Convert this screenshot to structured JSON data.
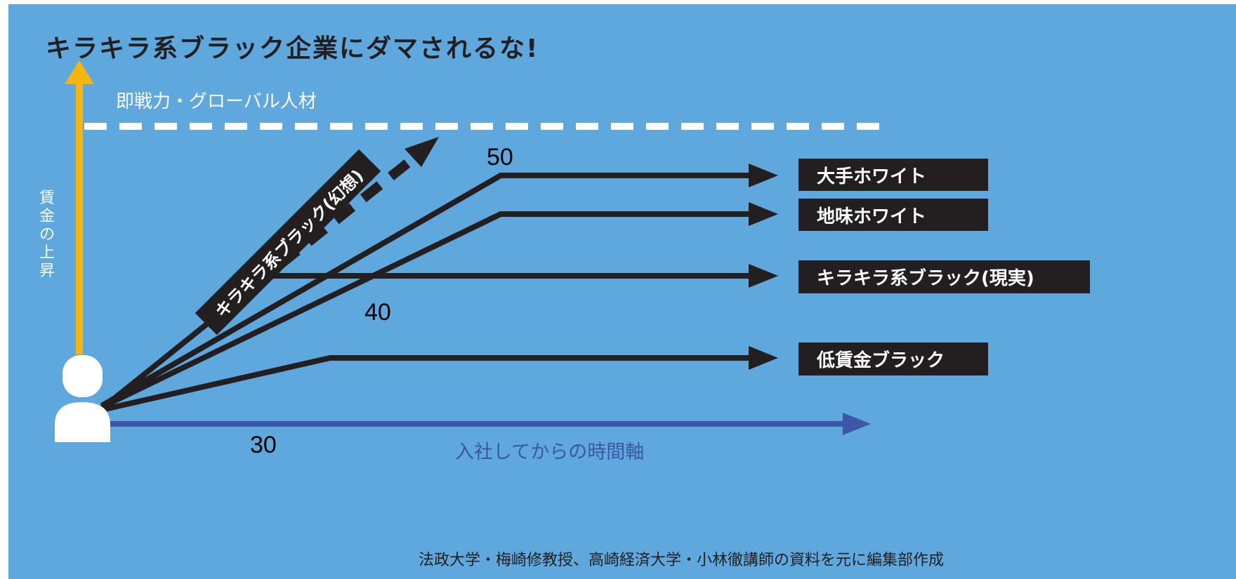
{
  "title": "キラキラ系ブラック企業にダマされるな!",
  "top_dashed_label": "即戦力・グローバル人材",
  "y_axis_label": "賃金の上昇",
  "x_axis_label": "入社してからの時間軸",
  "illusion_label": "キラキラ系ブラック(幻想)",
  "paths": [
    {
      "label": "大手ホワイト"
    },
    {
      "label": "地味ホワイト"
    },
    {
      "label": "キラキラ系ブラック(現実)"
    },
    {
      "label": "低賃金ブラック"
    }
  ],
  "age_marks": [
    "50",
    "40",
    "30"
  ],
  "source": "法政大学・梅崎修教授、高崎経済大学・小林徹講師の資料を元に編集部作成",
  "colors": {
    "background": "#5fa8dd",
    "line": "#231f20",
    "y_axis": "#f5b50e",
    "x_axis": "#3c56a8",
    "dashed_line": "#ffffff"
  },
  "icons": {
    "person": "person-icon"
  }
}
